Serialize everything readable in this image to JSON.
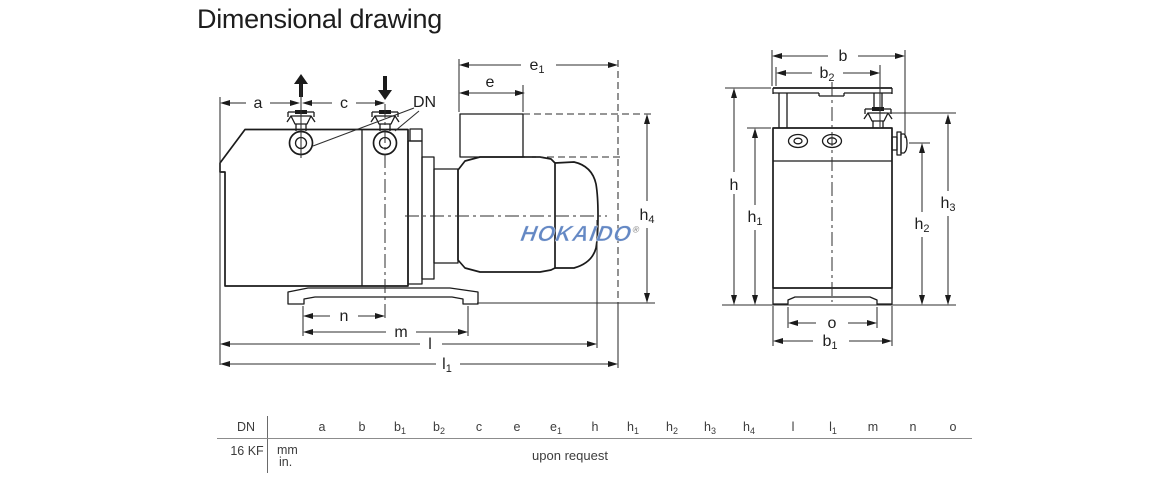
{
  "title": "Dimensional drawing",
  "watermark": {
    "text": "HOKAIDO",
    "registered": "®",
    "color": "#6488c4"
  },
  "colors": {
    "line": "#1b1b1b",
    "watermark_blue": "#6488c4"
  },
  "drawing": {
    "labels": {
      "a": {
        "base": "a",
        "sub": ""
      },
      "c": {
        "base": "c",
        "sub": ""
      },
      "dn": {
        "base": "DN",
        "sub": ""
      },
      "e": {
        "base": "e",
        "sub": ""
      },
      "e1": {
        "base": "e",
        "sub": "1"
      },
      "h4": {
        "base": "h",
        "sub": "4"
      },
      "n": {
        "base": "n",
        "sub": ""
      },
      "m": {
        "base": "m",
        "sub": ""
      },
      "l": {
        "base": "l",
        "sub": ""
      },
      "l1": {
        "base": "l",
        "sub": "1"
      },
      "b": {
        "base": "b",
        "sub": ""
      },
      "b2": {
        "base": "b",
        "sub": "2"
      },
      "b1": {
        "base": "b",
        "sub": "1"
      },
      "h": {
        "base": "h",
        "sub": ""
      },
      "h1": {
        "base": "h",
        "sub": "1"
      },
      "h2": {
        "base": "h",
        "sub": "2"
      },
      "h3": {
        "base": "h",
        "sub": "3"
      },
      "o": {
        "base": "o",
        "sub": ""
      }
    }
  },
  "table": {
    "headers": [
      {
        "base": "DN",
        "sub": ""
      },
      {
        "base": "a",
        "sub": ""
      },
      {
        "base": "b",
        "sub": ""
      },
      {
        "base": "b",
        "sub": "1"
      },
      {
        "base": "b",
        "sub": "2"
      },
      {
        "base": "c",
        "sub": ""
      },
      {
        "base": "e",
        "sub": ""
      },
      {
        "base": "e",
        "sub": "1"
      },
      {
        "base": "h",
        "sub": ""
      },
      {
        "base": "h",
        "sub": "1"
      },
      {
        "base": "h",
        "sub": "2"
      },
      {
        "base": "h",
        "sub": "3"
      },
      {
        "base": "h",
        "sub": "4"
      },
      {
        "base": "l",
        "sub": ""
      },
      {
        "base": "l",
        "sub": "1"
      },
      {
        "base": "m",
        "sub": ""
      },
      {
        "base": "n",
        "sub": ""
      },
      {
        "base": "o",
        "sub": ""
      }
    ],
    "row": {
      "size": "16 KF",
      "unit_top": "mm",
      "unit_bottom": "in.",
      "value": "upon request"
    }
  }
}
